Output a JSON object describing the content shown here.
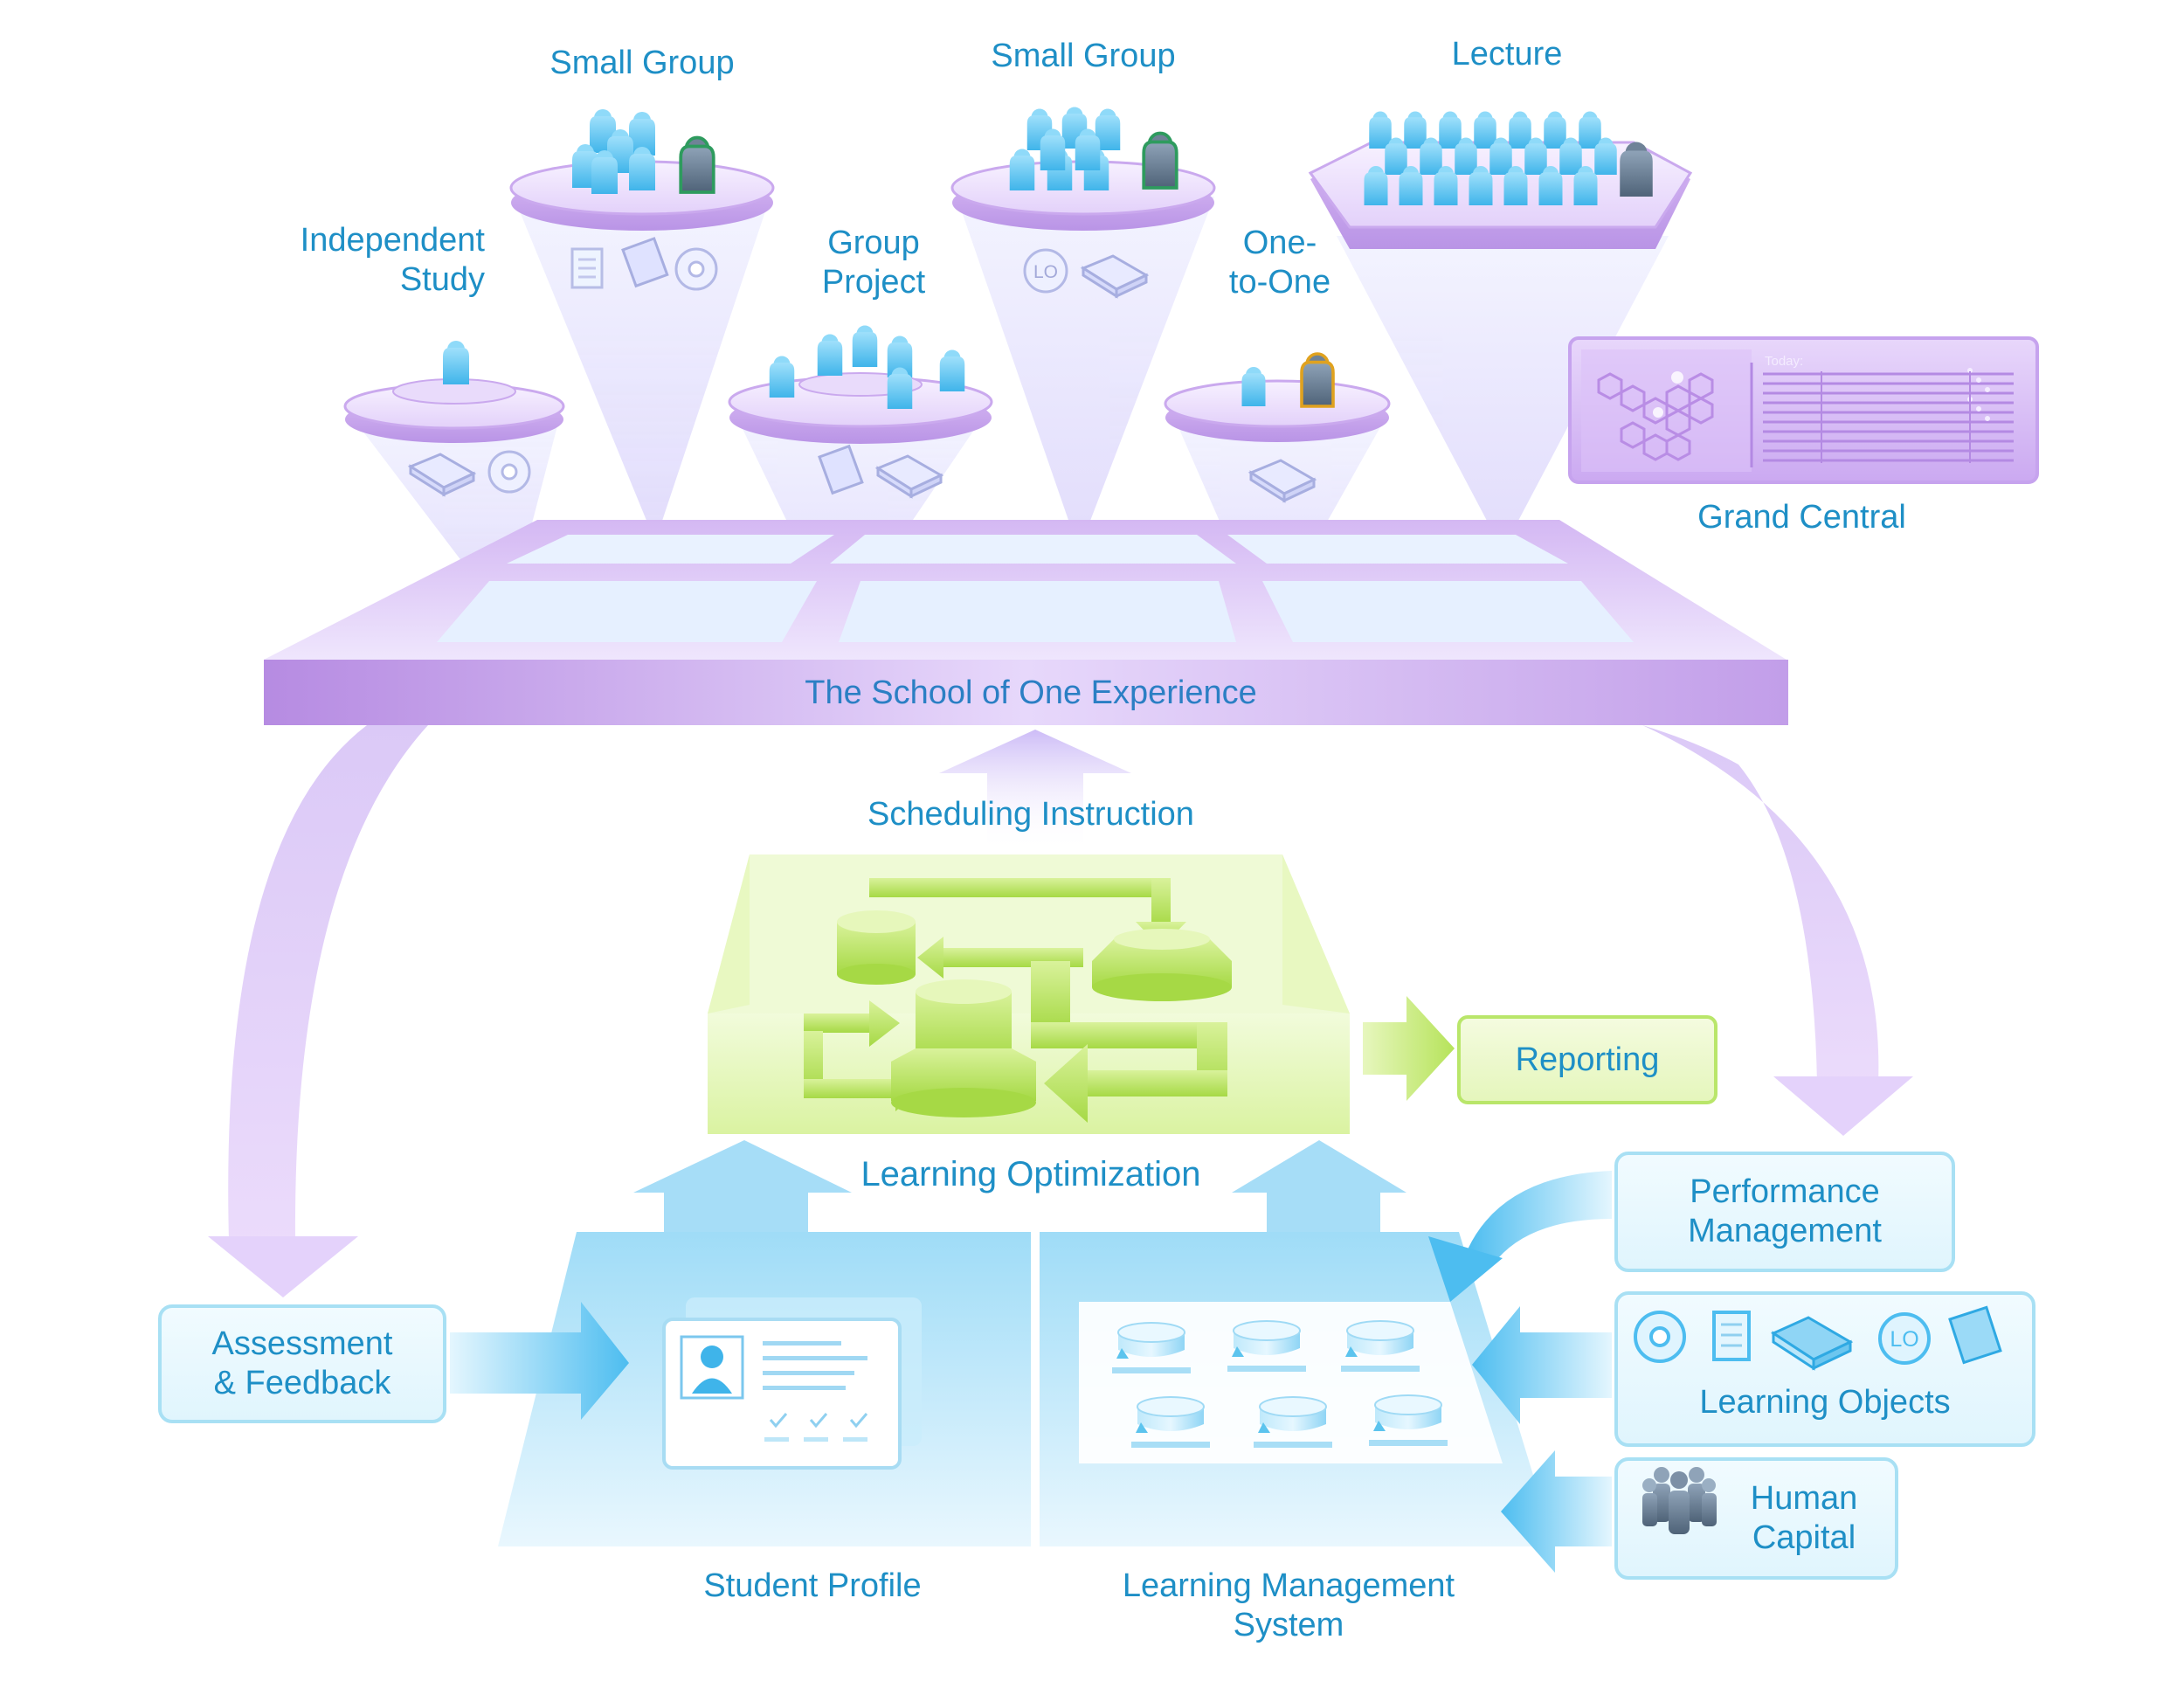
{
  "labels": {
    "small_group_1": "Small Group",
    "small_group_2": "Small Group",
    "lecture": "Lecture",
    "independent_study": "Independent\nStudy",
    "group_project": "Group\nProject",
    "one_to_one": "One-\nto-One",
    "grand_central": "Grand Central",
    "today": "Today:",
    "school_of_one": "The School of One Experience",
    "scheduling_instruction": "Scheduling Instruction",
    "reporting": "Reporting",
    "learning_optimization": "Learning Optimization",
    "performance_management": "Performance\nManagement",
    "assessment_feedback": "Assessment\n& Feedback",
    "learning_objects": "Learning Objects",
    "human_capital": "Human\nCapital",
    "student_profile": "Student Profile",
    "learning_management_system": "Learning Management\nSystem",
    "lo_badge": "LO"
  },
  "colors": {
    "text": "#1e8fc6",
    "purple": "#c7a8ec",
    "purple_dark": "#a987dc",
    "green": "#b9e66a",
    "blue": "#7fd0f3",
    "person_blue": "#5cc4ee",
    "teacher_gray": "#6f8397"
  },
  "icons": [
    "person-icon",
    "teacher-icon",
    "document-icon",
    "book-icon",
    "disc-icon",
    "lo-icon",
    "card-icon",
    "database-icon",
    "hexagon-network-icon",
    "check-icon"
  ]
}
